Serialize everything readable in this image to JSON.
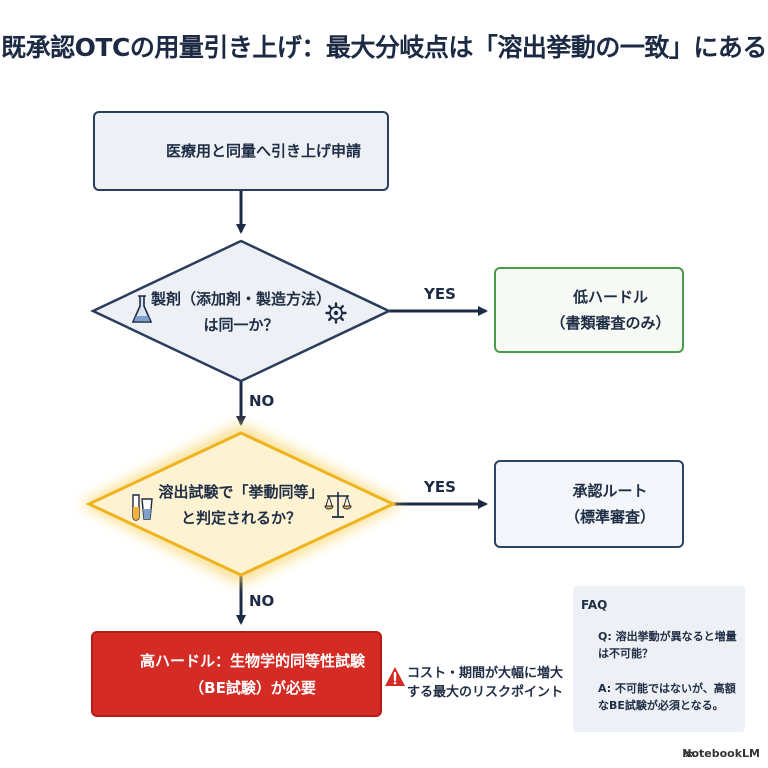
{
  "title": "既承認OTCの用量引き上げ：最大分岐点は「溶出挙動の一致」にある",
  "start": {
    "label": "医療用と同量へ引き上げ申請"
  },
  "decision1": {
    "line1": "製剤（添加剤・製造方法）",
    "line2": "は同一か？"
  },
  "decision2": {
    "line1": "溶出試験で「挙動同等」",
    "line2": "と判定されるか？"
  },
  "yes_label": "YES",
  "no_label": "NO",
  "low_hurdle": {
    "line1": "低ハードル",
    "line2": "（書類審査のみ）"
  },
  "approval_route": {
    "line1": "承認ルート",
    "line2": "（標準審査）"
  },
  "high_hurdle": {
    "line1": "高ハードル：生物学的同等性試験",
    "line2": "（BE試験）が必要"
  },
  "risk_note": {
    "line1": "コスト・期間が大幅に増大",
    "line2": "する最大のリスクポイント"
  },
  "faq": {
    "title": "FAQ",
    "question": "Q: 溶出挙動が異なると増量は不可能？",
    "answer": "A: 不可能ではないが、高額なBE試験が必須となる。"
  },
  "brand": "NotebookLM",
  "colors": {
    "navy": "#1c2a44",
    "danger": "#d42b24",
    "success": "#4c9a4e",
    "highlight": "#f3b92a"
  }
}
